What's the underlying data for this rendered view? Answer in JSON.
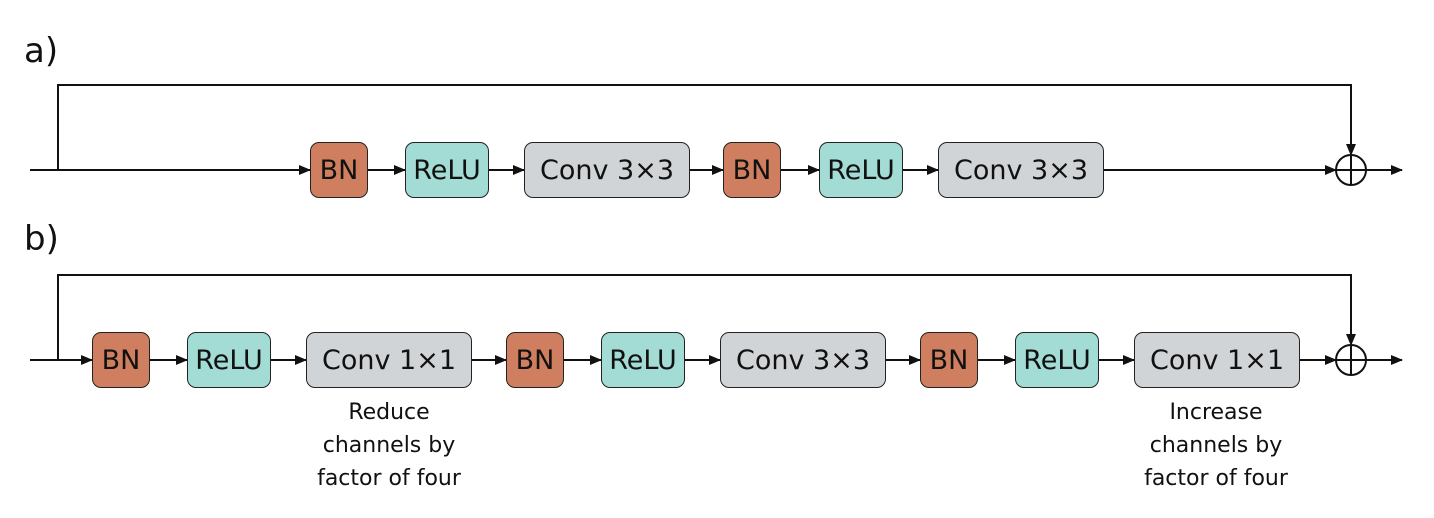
{
  "colors": {
    "bn": "#cf7f5f",
    "relu": "#a3dcd4",
    "conv": "#d1d4d6",
    "line": "#111111"
  },
  "panel_a": {
    "label": "a)",
    "blocks": [
      {
        "kind": "bn",
        "text": "BN"
      },
      {
        "kind": "relu",
        "text": "ReLU"
      },
      {
        "kind": "conv",
        "text": "Conv 3×3"
      },
      {
        "kind": "bn",
        "text": "BN"
      },
      {
        "kind": "relu",
        "text": "ReLU"
      },
      {
        "kind": "conv",
        "text": "Conv 3×3"
      }
    ]
  },
  "panel_b": {
    "label": "b)",
    "blocks": [
      {
        "kind": "bn",
        "text": "BN"
      },
      {
        "kind": "relu",
        "text": "ReLU"
      },
      {
        "kind": "conv",
        "text": "Conv 1×1"
      },
      {
        "kind": "bn",
        "text": "BN"
      },
      {
        "kind": "relu",
        "text": "ReLU"
      },
      {
        "kind": "conv",
        "text": "Conv 3×3"
      },
      {
        "kind": "bn",
        "text": "BN"
      },
      {
        "kind": "relu",
        "text": "ReLU"
      },
      {
        "kind": "conv",
        "text": "Conv 1×1"
      }
    ],
    "notes": [
      {
        "lines": [
          "Reduce",
          "channels by",
          "factor of four"
        ]
      },
      {
        "lines": [
          "Increase",
          "channels by",
          "factor of four"
        ]
      }
    ]
  }
}
